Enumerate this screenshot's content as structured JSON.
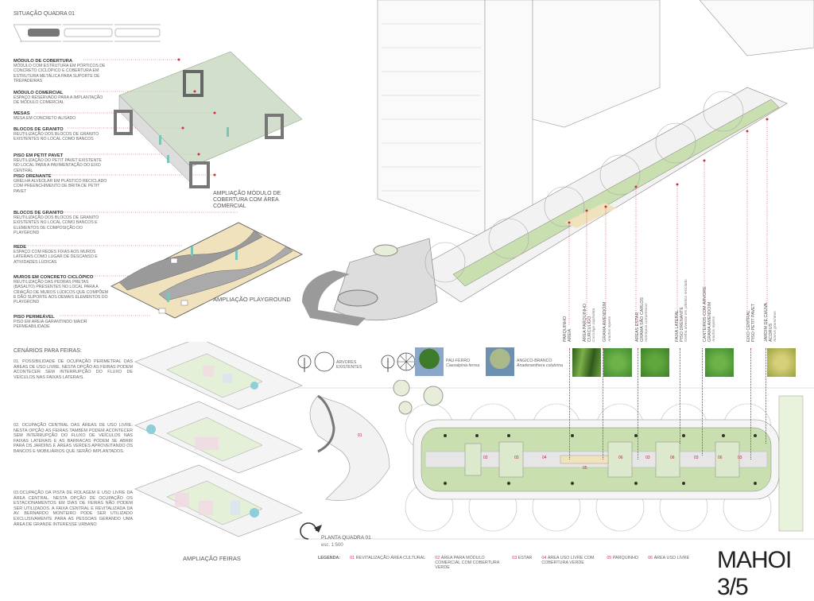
{
  "situacao": {
    "title": "SITUAÇÃO QUADRA 01"
  },
  "cobertura": {
    "items": [
      {
        "title": "MÓDULO DE COBERTURA",
        "text": "MÓDULO COM ESTRUTURA EM PÓRTICOS DE CONCRETO CICLÓPICO E COBERTURA EM ESTRUTURA METÁLICA PARA SUPORTE DE TREPADEIRAS"
      },
      {
        "title": "MÓDULO COMERCIAL",
        "text": "ESPAÇO RESERVADO PARA A IMPLANTAÇÃO DE MÓDULO COMERCIAL"
      },
      {
        "title": "MESAS",
        "text": "MESA EM CONCRETO ALISADO"
      },
      {
        "title": "BLOCOS DE GRANITO",
        "text": "REUTILIZAÇÃO DOS BLOCOS DE GRANITO EXISTENTES NO LOCAL COMO BANCOS"
      },
      {
        "title": "PISO EM PETIT PAVET",
        "text": "REUTILIZAÇÃO DO PETIT PAVET EXISTENTE NO LOCAL PARA A PAVIMENTAÇÃO DO EIXO CENTRAL"
      },
      {
        "title": "PISO DRENANTE",
        "text": "GRELHA ALVEOLAR EM PLÁSTICO RECICLADO COM PREENCHIMENTO DE BRITA DE PETIT PAVET"
      }
    ],
    "caption": "AMPLIAÇÃO MÓDULO DE COBERTURA COM ÁREA COMERCIAL"
  },
  "playground": {
    "items": [
      {
        "title": "BLOCOS DE GRANITO",
        "text": "REUTILIZAÇÃO DOS BLOCOS DE GRANITO EXISTENTES NO LOCAL COMO BANCOS E ELEMENTOS DE COMPOSIÇÃO DO PLAYGROND"
      },
      {
        "title": "REDE",
        "text": "ESPAÇO COM REDES FIXAS AOS MUROS LATERAIS COMO LUGAR DE DESCANSO E ATIVIDADES LÚDICAS"
      },
      {
        "title": "MUROS EM CONCRETO CICLÓPICO",
        "text": "REUTILIZAÇÃO DAS PEDRAS PRETAS (BASALTO) PRESENTES NO LOCAL PARA A CRIAÇÃO DE MUROS LÚDICOS QUE COMPÕEM E DÃO SUPORTE AOS DEMAIS ELEMENTOS DO PLAYGROND"
      },
      {
        "title": "PISO PERMEÁVEL",
        "text": "PISO EM AREIA GARANTINDO MAIOR PERMEABILIDADE"
      }
    ],
    "caption": "AMPLIAÇÃO PLAYGROUND"
  },
  "feiras": {
    "title": "CENÁRIOS PARA FEIRAS:",
    "items": [
      "01. POSSIBILIDADE DE OCUPAÇÃO PERIMETRAL DAS ÁREAS DE USO LIVRE. NESTA OPÇÃO AS FEIRAS PODEM ACONTECER SEM INTERRUPÇÃO DO FLUXO DE VEÍCULOS NAS FAIXAS LATERAIS.",
      "02. OCUPAÇÃO CENTRAL DAS ÁREAS DE USO LIVRE. NESTA OPÇÃO AS FEIRAS TAMBÉM PODEM ACONTECER SEM INTERRUPÇÃO DO FLUXO DE VEÍCULOS NAS FAIXAS LATERAIS E AS BARRACAS PODEM SE ABRIR PARA OS JARDINS E ÁREAS VERDES APROVEITANDO OS BANCOS E MOBILIÁRIOS QUE SERÃO IMPLANTADOS.",
      "03.OCUPAÇÃO DA PISTA DE ROLAGEM E USO LIVRE DA ÁREA CENTRAL. NESTA OPÇÃO DE OCUPAÇÃO OS ESTACIONAMENTOS EM DIAS DE FEIRAS NÃO PODEM SER UTILIZADOS. A FAIXA CENTRAL E REVITALIZADA DA AV. BERNARDO MONTEIRO PODE SER UTILIZADO EXCLUSIVAMENTE PARA AS PESSOAS GERANDO UMA ÁREA DE GRANDE INTERESSE URBANO"
    ],
    "caption": "AMPLIAÇÃO FEIRAS"
  },
  "trees": {
    "existing": "ÁRVORES EXISTENTES",
    "pau_ferro": {
      "name": "PAU-FERRO",
      "sci": "Caesalpinia ferrea"
    },
    "angico": {
      "name": "ANGICO-BRANCO",
      "sci": "Anadenanthera colubrina"
    }
  },
  "species": [
    {
      "lines": [
        "PARQUINHO",
        "AREIA"
      ]
    },
    {
      "lines": [
        "ÁREA PARQUINHO",
        "CURCULIGO"
      ],
      "sci": "Curculigo capitulata"
    },
    {
      "lines": [
        "GRAMA AMENDOIM"
      ],
      "sci": "Arachis repens"
    },
    {
      "lines": [
        "ÁREAS ESTAR",
        "GRAMA SÃO CARLOS"
      ],
      "sci": "Axonopus compressus"
    },
    {
      "lines": [
        "FAIXA LATERAL",
        "PISO DRENANTE"
      ],
      "sci": "Grelha alveolar em plástico reciclado"
    },
    {
      "lines": [
        "CANTEIROS COM ÁRVORE",
        "GRAMA AMENDOIM"
      ],
      "sci": "Arachis repens"
    },
    {
      "lines": [
        "EIXO CENTRAL",
        "PISO PETIT PAVET"
      ]
    },
    {
      "lines": [
        "JARDIM DE CHUVA",
        "ACORUS"
      ],
      "sci": "Acorus gramineus"
    }
  ],
  "plan": {
    "title": "PLANTA QUADRA 01",
    "scale": "esc. 1:500",
    "numbers": [
      "01",
      "02",
      "03",
      "04",
      "05",
      "06",
      "03",
      "06",
      "03",
      "06",
      "03"
    ]
  },
  "legend": {
    "label": "LEGENDA:",
    "items": [
      {
        "n": "01",
        "t": "REVITALIZAÇÃO ÁREA CULTURAL"
      },
      {
        "n": "02",
        "t": "ÁREA PARA MÓDULO COMERCIAL COM COBERTURA VERDE"
      },
      {
        "n": "03",
        "t": "ESTAR"
      },
      {
        "n": "04",
        "t": "ÁREA USO LIVRE COM COBERTURA VERDE"
      },
      {
        "n": "05",
        "t": "PARQUINHO"
      },
      {
        "n": "06",
        "t": "ÁREA USO LIVRE"
      }
    ]
  },
  "sheet": "MAHOI 3/5",
  "colors": {
    "accent": "#d0303a",
    "green": "#c9dfb0",
    "sand": "#efe0b8"
  }
}
